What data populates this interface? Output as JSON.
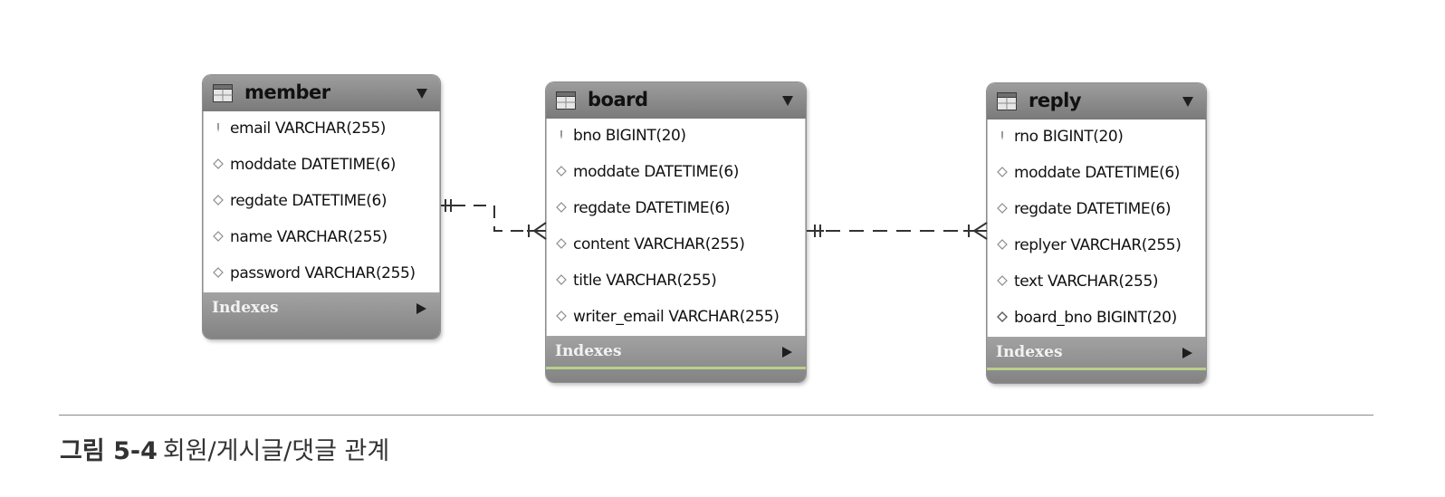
{
  "entities": {
    "member": {
      "name": "member",
      "columns": [
        {
          "text": "email VARCHAR(255)",
          "key": "primary"
        },
        {
          "text": "moddate DATETIME(6)",
          "key": "none"
        },
        {
          "text": "regdate DATETIME(6)",
          "key": "none"
        },
        {
          "text": "name VARCHAR(255)",
          "key": "none"
        },
        {
          "text": "password VARCHAR(255)",
          "key": "none"
        }
      ],
      "indexes_label": "Indexes"
    },
    "board": {
      "name": "board",
      "columns": [
        {
          "text": "bno BIGINT(20)",
          "key": "primary"
        },
        {
          "text": "moddate DATETIME(6)",
          "key": "none"
        },
        {
          "text": "regdate DATETIME(6)",
          "key": "none"
        },
        {
          "text": "content VARCHAR(255)",
          "key": "none"
        },
        {
          "text": "title VARCHAR(255)",
          "key": "none"
        },
        {
          "text": "writer_email VARCHAR(255)",
          "key": "none"
        }
      ],
      "indexes_label": "Indexes"
    },
    "reply": {
      "name": "reply",
      "columns": [
        {
          "text": "rno BIGINT(20)",
          "key": "primary"
        },
        {
          "text": "moddate DATETIME(6)",
          "key": "none"
        },
        {
          "text": "regdate DATETIME(6)",
          "key": "none"
        },
        {
          "text": "replyer VARCHAR(255)",
          "key": "none"
        },
        {
          "text": "text VARCHAR(255)",
          "key": "none"
        },
        {
          "text": "board_bno BIGINT(20)",
          "key": "foreign"
        }
      ],
      "indexes_label": "Indexes"
    }
  },
  "relationships": [
    {
      "from": "member",
      "to": "board",
      "from_cardinality": "one-and-only-one",
      "to_cardinality": "one-or-many",
      "line": "dashed"
    },
    {
      "from": "board",
      "to": "reply",
      "from_cardinality": "one-and-only-one",
      "to_cardinality": "one-or-many",
      "line": "dashed"
    }
  ],
  "caption": {
    "label": "그림 5-4",
    "text": "회원/게시글/댓글 관계"
  },
  "icons": {
    "entity": "table-icon",
    "collapse": "triangle-down-icon",
    "expand": "triangle-right-icon",
    "primary_key": "key-icon",
    "column": "diamond-icon"
  },
  "colors": {
    "header": "#8a8a8a",
    "indexes_text": "#f2f2f2",
    "relationship_line": "#333333",
    "accent_line": "#b8d08a"
  }
}
